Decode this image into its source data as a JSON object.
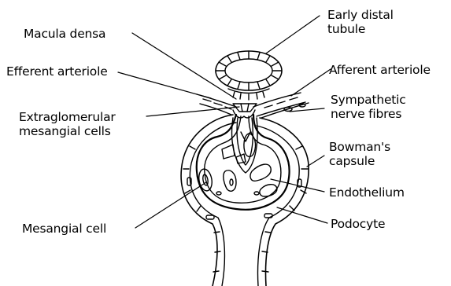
{
  "colors": {
    "ink": "#000000",
    "background": "#ffffff"
  },
  "labels": {
    "early_distal_tubule": [
      "Early distal",
      "tubule"
    ],
    "macula_densa": "Macula densa",
    "efferent_arteriole": "Efferent arteriole",
    "afferent_arteriole": "Afferent arteriole",
    "sympathetic_nerve_fibres": [
      "Sympathetic",
      "nerve fibres"
    ],
    "extraglomerular_mesangial_cells": [
      "Extraglomerular",
      "mesangial cells"
    ],
    "bowmans_capsule": [
      "Bowman's",
      "capsule"
    ],
    "endothelium": "Endothelium",
    "podocyte": "Podocyte",
    "mesangial_cell": "Mesangial cell"
  }
}
